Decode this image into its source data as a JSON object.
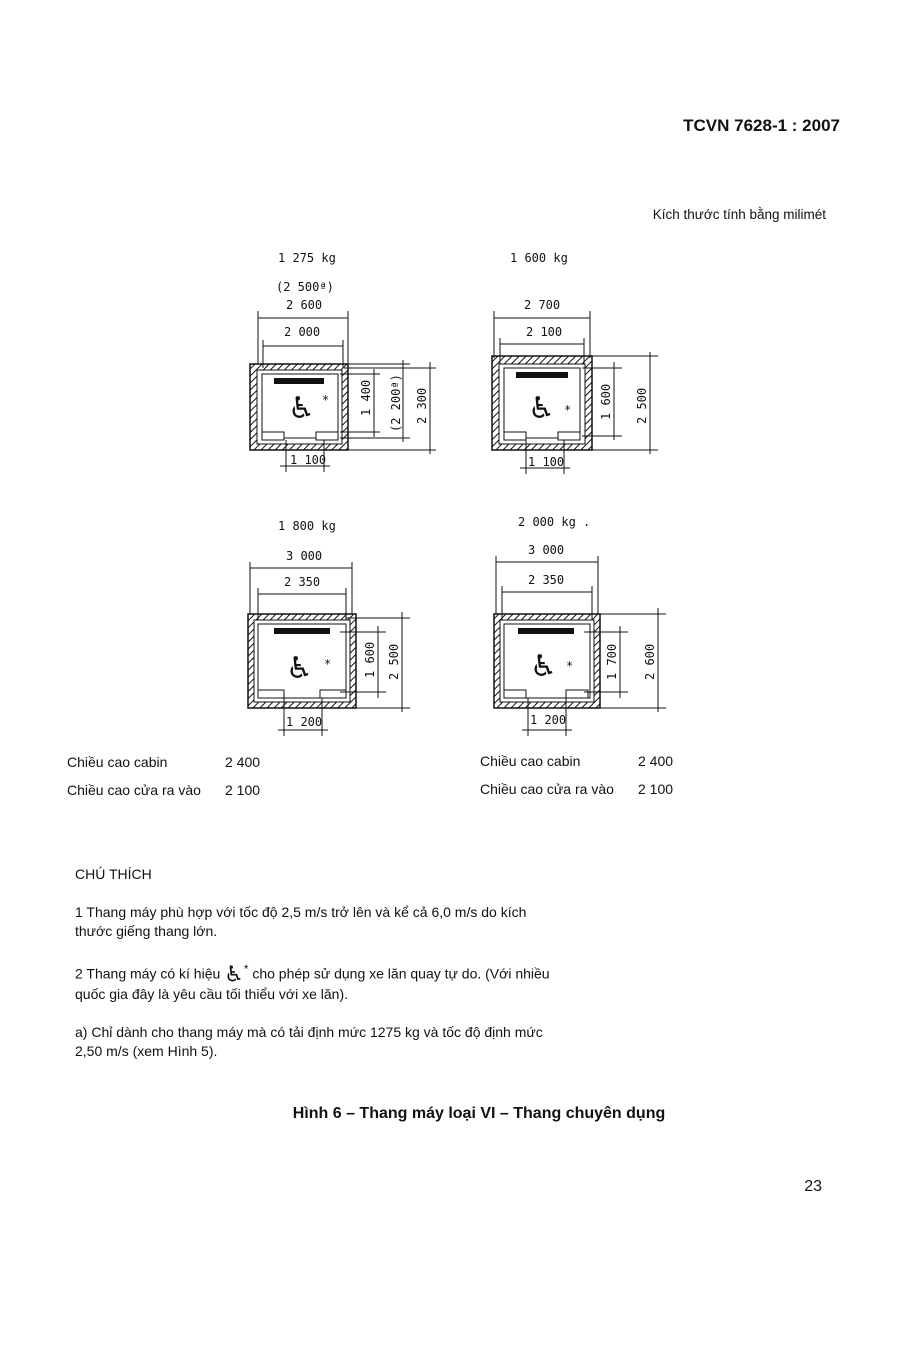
{
  "header": {
    "standard_id": "TCVN 7628-1 : 2007"
  },
  "units_note": "Kích thước tính bằng milimét",
  "figures": [
    {
      "load": "1 275 kg",
      "alt_width": "(2 500ª)",
      "outer_width": "2 600",
      "inner_width": "2 000",
      "inner_depth": "1 400",
      "alt_depth": "(2 200ª)",
      "outer_depth": "2 300",
      "door_width": "1 100"
    },
    {
      "load": "1 600 kg",
      "outer_width": "2 700",
      "inner_width": "2 100",
      "inner_depth": "1 600",
      "outer_depth": "2 500",
      "door_width": "1 100"
    },
    {
      "load": "1 800 kg",
      "outer_width": "3 000",
      "inner_width": "2 350",
      "inner_depth": "1 600",
      "outer_depth": "2 500",
      "door_width": "1 200"
    },
    {
      "load": "2 000 kg .",
      "outer_width": "3 000",
      "inner_width": "2 350",
      "inner_depth": "1 700",
      "outer_depth": "2 600",
      "door_width": "1 200"
    }
  ],
  "heights": {
    "left": {
      "cabin_label": "Chiều cao cabin",
      "cabin_value": "2 400",
      "door_label": "Chiều cao cửa ra vào",
      "door_value": "2 100"
    },
    "right": {
      "cabin_label": "Chiều cao cabin",
      "cabin_value": "2 400",
      "door_label": "Chiều cao cửa ra vào",
      "door_value": "2 100"
    }
  },
  "notes": {
    "title": "CHÚ THÍCH",
    "note1": "1  Thang máy phù hợp với tốc độ 2,5 m/s trở lên và kể cả  6,0 m/s do kích thước giếng thang lớn.",
    "note2_prefix": "2  Thang máy có kí hiệu",
    "note2_symbol": "♿",
    "note2_star": "*",
    "note2_suffix": "cho phép sử dụng xe lăn quay tự do. (Với nhiều quốc gia đây là yêu cầu tối thiểu với xe lăn).",
    "note_a": "a) Chỉ dành cho thang máy mà có tải định mức 1275 kg và tốc độ định mức 2,50 m/s (xem Hình 5)."
  },
  "caption": "Hình 6 – Thang máy loại VI – Thang chuyên dụng",
  "page_number": "23",
  "symbols": {
    "wheelchair": "♿",
    "star": "*"
  }
}
